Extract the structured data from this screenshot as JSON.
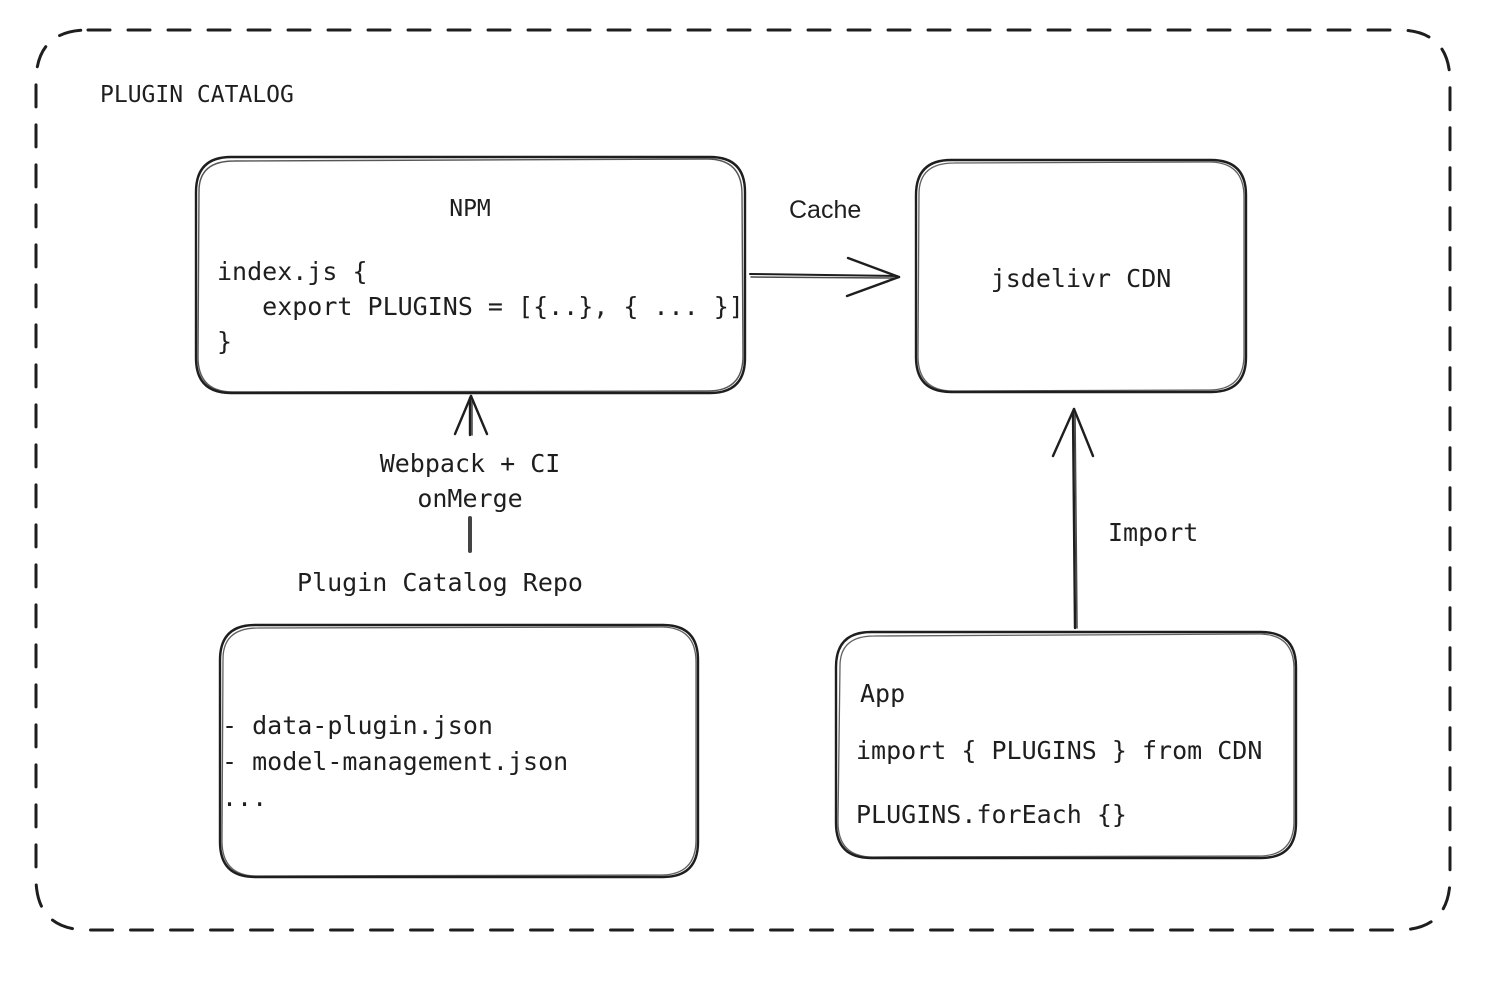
{
  "diagram": {
    "title": "PLUGIN CATALOG",
    "type": "architecture-flow",
    "background_color": "#ffffff",
    "stroke_color": "#1e1e1e",
    "style": "hand-drawn"
  },
  "frame": {
    "label": "PLUGIN CATALOG",
    "border_style": "dashed"
  },
  "nodes": {
    "npm": {
      "title": "NPM",
      "code_lines": [
        "index.js {",
        "   export PLUGINS = [{..}, { ... }]",
        "}"
      ]
    },
    "cdn": {
      "title": "jsdelivr CDN"
    },
    "repo": {
      "caption": "Plugin Catalog Repo",
      "items": [
        "- data-plugin.json",
        "- model-management.json",
        "..."
      ]
    },
    "app": {
      "title": "App",
      "code_lines": [
        "import { PLUGINS } from CDN",
        "PLUGINS.forEach {}"
      ]
    }
  },
  "edges": {
    "cache": {
      "label": "Cache",
      "from": "npm",
      "to": "cdn",
      "direction": "right"
    },
    "build": {
      "label_line1": "Webpack + CI",
      "label_line2": "onMerge",
      "from": "repo",
      "to": "npm",
      "direction": "up"
    },
    "import": {
      "label": "Import",
      "from": "app",
      "to": "cdn",
      "direction": "up"
    }
  }
}
